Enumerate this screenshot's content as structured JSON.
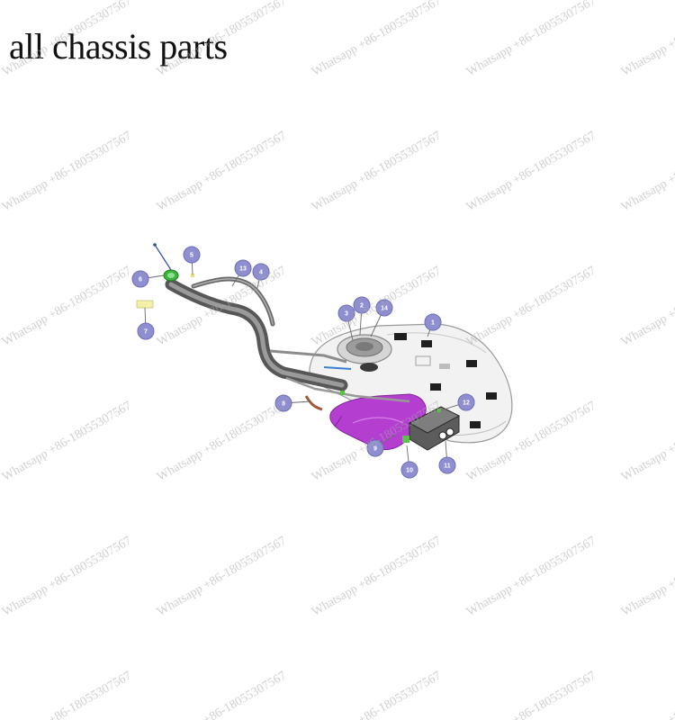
{
  "page": {
    "title": "all chassis parts",
    "watermark": "Whatsapp +86-18055307567"
  },
  "diagram": {
    "callouts": [
      "1",
      "2",
      "3",
      "4",
      "5",
      "6",
      "7",
      "8",
      "9",
      "10",
      "11",
      "12",
      "13",
      "14"
    ],
    "colors": {
      "tank": "#f0f0f0",
      "pipe": "#6f6f6f",
      "shield": "#b43ed0",
      "callout": "#8f8fd0",
      "cap": "#3cb43c"
    }
  }
}
